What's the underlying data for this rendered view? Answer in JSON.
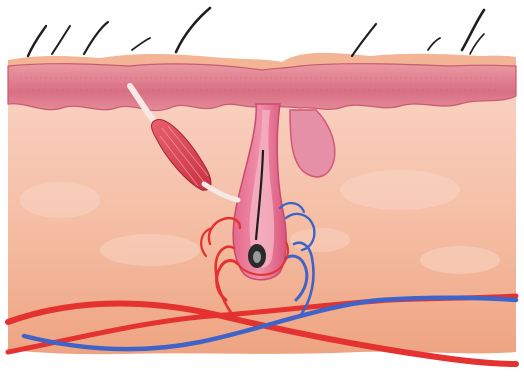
{
  "figure": {
    "subject": "skin-cross-section-hair-follicle",
    "structures": [
      "surface-hairs",
      "epidermis",
      "dermis",
      "hair-follicle",
      "hair-bulb",
      "sebaceous-gland",
      "arrector-pili-muscle",
      "arteries",
      "veins",
      "capillary-loops"
    ]
  },
  "colors": {
    "background": "#ffffff",
    "epidermis": "#e07b8a",
    "epidermis_dark": "#c85a72",
    "dermis_top": "#f7c7b6",
    "dermis_bottom": "#f0a989",
    "follicle": "#d9547a",
    "follicle_inner": "#f1a2b4",
    "sebaceous_gland": "#e48aa0",
    "muscle": "#d9434f",
    "artery": "#e3322f",
    "vein": "#3f63c9",
    "hair": "#1e1e1e",
    "surface_edge": "#f2b08f"
  }
}
